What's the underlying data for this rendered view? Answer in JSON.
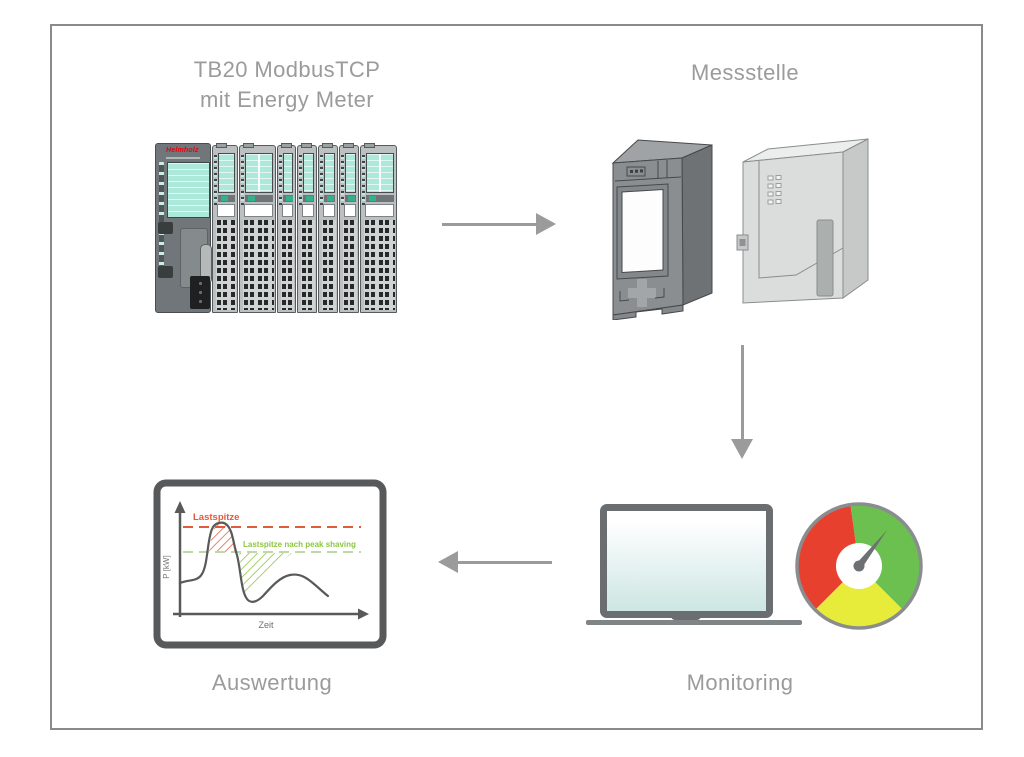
{
  "labels": {
    "tb20_line1": "TB20 ModbusTCP",
    "tb20_line2": "mit Energy Meter",
    "messstelle": "Messstelle",
    "auswertung": "Auswertung",
    "monitoring": "Monitoring"
  },
  "device": {
    "brand": "Helmholz"
  },
  "chart": {
    "ylabel": "P [kW]",
    "xlabel": "Zeit",
    "line1_label": "Lastspitze",
    "line2_label": "Lastspitze nach peak shaving"
  },
  "colors": {
    "text_gray": "#9b9b9b",
    "arrow_gray": "#9b9b9b",
    "frame_gray": "#8a8a8a",
    "chart_frame": "#58595b",
    "chart_red": "#e2593c",
    "chart_green": "#8cc63f",
    "chart_green_dash": "#bcd9a6",
    "gauge_red": "#e8402f",
    "gauge_green": "#6cc04f",
    "gauge_yellow": "#e7ec3b",
    "needle_gray": "#6d7173",
    "display_teal": "#ace9da",
    "brand_red": "#e30613"
  }
}
